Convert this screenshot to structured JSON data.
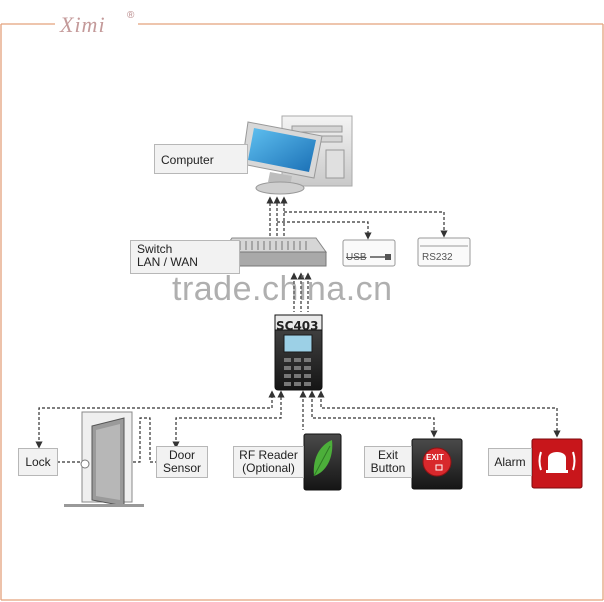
{
  "brand": {
    "name": "Ximi",
    "mark": "®"
  },
  "watermark": "trade.china.cn",
  "labels": {
    "computer": "Computer",
    "switch_line1": "Switch",
    "switch_line2": "LAN / WAN",
    "usb": "USB",
    "rs232": "RS232",
    "controller": "SC403",
    "lock": "Lock",
    "door_sensor_line1": "Door",
    "door_sensor_line2": "Sensor",
    "rf_reader_line1": "RF Reader",
    "rf_reader_line2": "(Optional)",
    "exit_button_line1": "Exit",
    "exit_button_line2": "Button",
    "alarm": "Alarm",
    "exit_sign": "EXIT"
  },
  "colors": {
    "frame": "#e3a27c",
    "brand": "#c49a9a",
    "monitor_screen": "#2f9bd8",
    "device_dark": "#2b2b2b",
    "rf_leaf": "#4caf3a",
    "exit_red": "#d8282c",
    "alarm_red": "#c8161b",
    "label_bg": "#f2f2f2",
    "connector": "#333333"
  },
  "icons": [
    "computer-icon",
    "network-switch-icon",
    "usb-port-icon",
    "rs232-port-icon",
    "controller-keypad-icon",
    "door-icon",
    "rf-reader-icon",
    "exit-button-icon",
    "alarm-bell-icon"
  ]
}
